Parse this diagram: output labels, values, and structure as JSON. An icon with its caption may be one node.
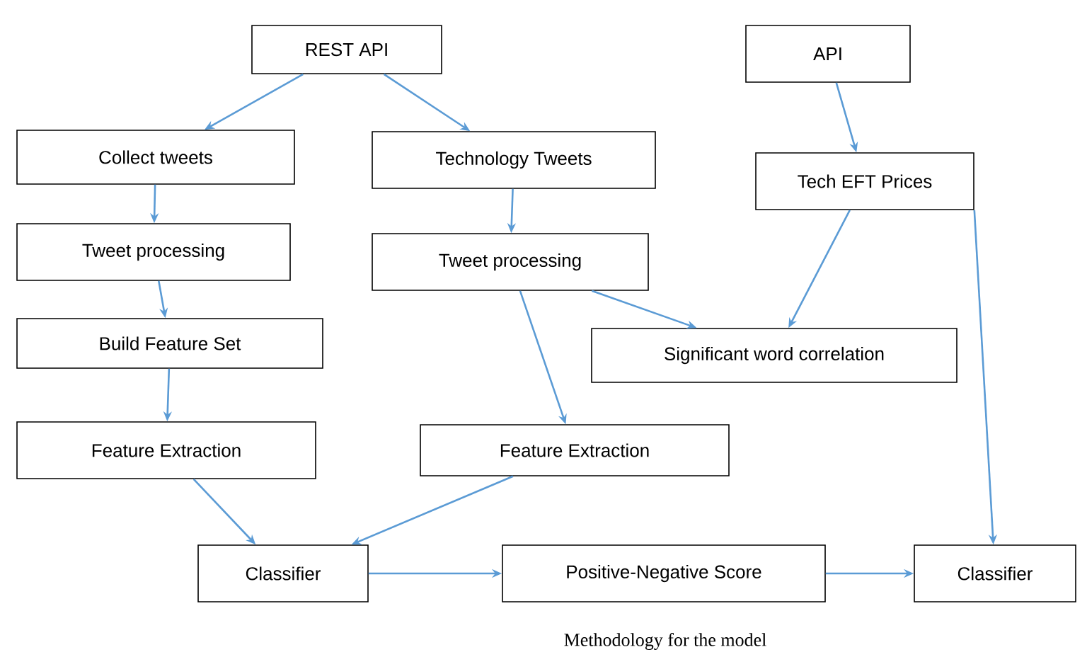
{
  "diagram": {
    "caption": "Methodology for the model",
    "nodes": [
      {
        "text": [
          "REST API"
        ]
      },
      {
        "text": [
          "Collect tweets"
        ]
      },
      {
        "text": [
          "Technology Tweets"
        ]
      },
      {
        "text": [
          "API"
        ]
      },
      {
        "text": [
          "Tech EFT Prices"
        ]
      },
      {
        "text": [
          "Tweet processing"
        ]
      },
      {
        "text": [
          "Tweet processing"
        ]
      },
      {
        "text": [
          "Significant word correlation"
        ]
      },
      {
        "text": [
          "Build Feature Set"
        ]
      },
      {
        "text": [
          "Feature Extraction"
        ]
      },
      {
        "text": [
          "Feature Extraction"
        ]
      },
      {
        "text": [
          "Classifier"
        ]
      },
      {
        "text": [
          "Positive-Negative Score"
        ]
      },
      {
        "text": [
          "Classifier"
        ]
      }
    ],
    "edges": [
      {
        "from": 0,
        "to": 1,
        "arrow": "to"
      },
      {
        "from": 0,
        "to": 2,
        "arrow": "to"
      },
      {
        "from": 3,
        "to": 4,
        "arrow": "to"
      },
      {
        "from": 1,
        "to": 5,
        "arrow": "to"
      },
      {
        "from": 2,
        "to": 6,
        "arrow": "to"
      },
      {
        "from": 6,
        "to": 7,
        "arrow": "to"
      },
      {
        "from": 4,
        "to": 7,
        "arrow": "to"
      },
      {
        "from": 5,
        "to": 8,
        "arrow": "to"
      },
      {
        "from": 8,
        "to": 9,
        "arrow": "to"
      },
      {
        "from": 6,
        "to": 10,
        "arrow": "to"
      },
      {
        "from": 4,
        "to": 13,
        "arrow": "to"
      },
      {
        "from": 9,
        "to": 11,
        "arrow": "to"
      },
      {
        "from": 10,
        "to": 11,
        "arrow": "to"
      },
      {
        "from": 11,
        "to": 12,
        "arrow": "to"
      },
      {
        "from": 12,
        "to": 13,
        "arrow": "to"
      }
    ]
  }
}
